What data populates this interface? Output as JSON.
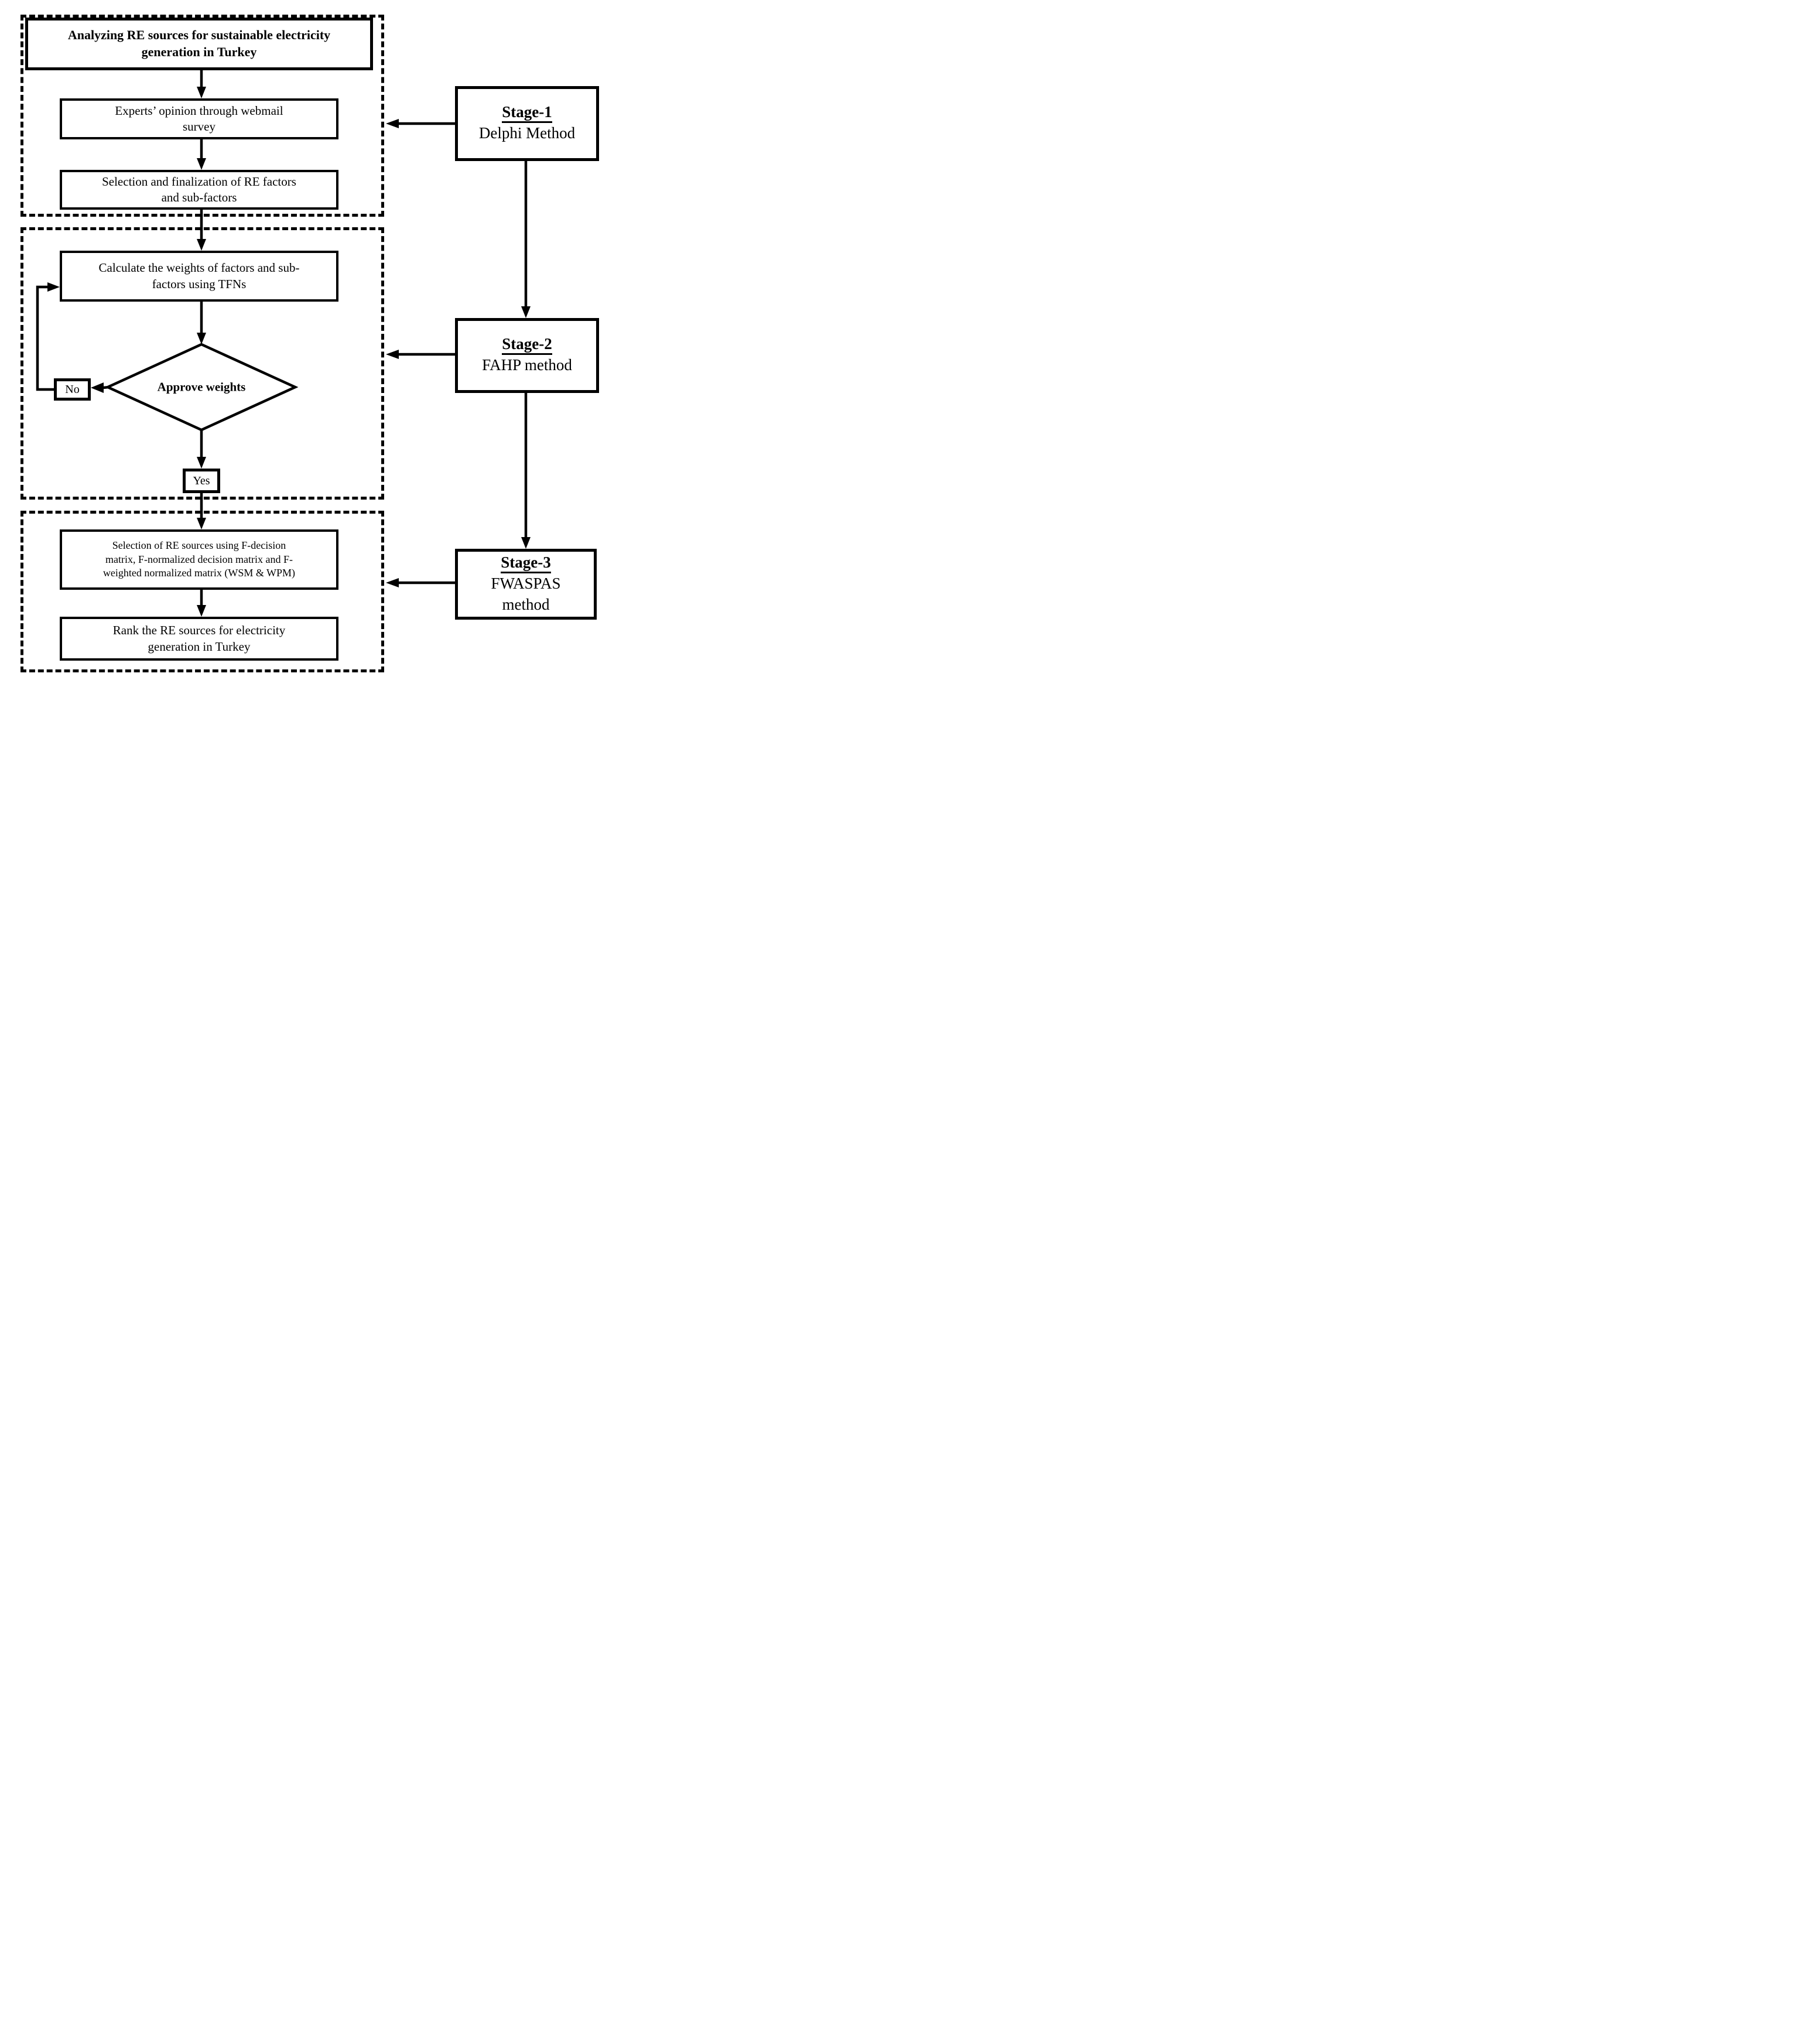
{
  "diagram": {
    "stage1_flow": {
      "analyzing_box": {
        "line1": "Analyzing RE sources for sustainable electricity",
        "line2": "generation in Turkey"
      },
      "experts_box": {
        "line1": "Experts’ opinion through webmail",
        "line2": "survey"
      },
      "factors_box": {
        "line1": "Selection and finalization of RE factors",
        "line2": "and sub-factors"
      }
    },
    "stage2_flow": {
      "calculate_box": {
        "line1": "Calculate the weights of factors and sub-",
        "line2": "factors using TFNs"
      },
      "approve_diamond": {
        "label": "Approve weights"
      },
      "no_box": {
        "label": "No"
      },
      "yes_box": {
        "label": "Yes"
      }
    },
    "stage3_flow": {
      "selection_box": {
        "line1": "Selection of RE sources using F-decision",
        "line2": "matrix, F-normalized decision matrix and F-",
        "line3": "weighted normalized matrix (WSM & WPM)"
      },
      "rank_box": {
        "line1": "Rank the RE sources for electricity",
        "line2": "generation in Turkey"
      }
    },
    "stages": [
      {
        "title": "Stage-1",
        "method_line1": "Delphi Method",
        "method_line2": ""
      },
      {
        "title": "Stage-2",
        "method_line1": "FAHP method",
        "method_line2": ""
      },
      {
        "title": "Stage-3",
        "method_line1": "FWASPAS",
        "method_line2": "method"
      }
    ]
  }
}
